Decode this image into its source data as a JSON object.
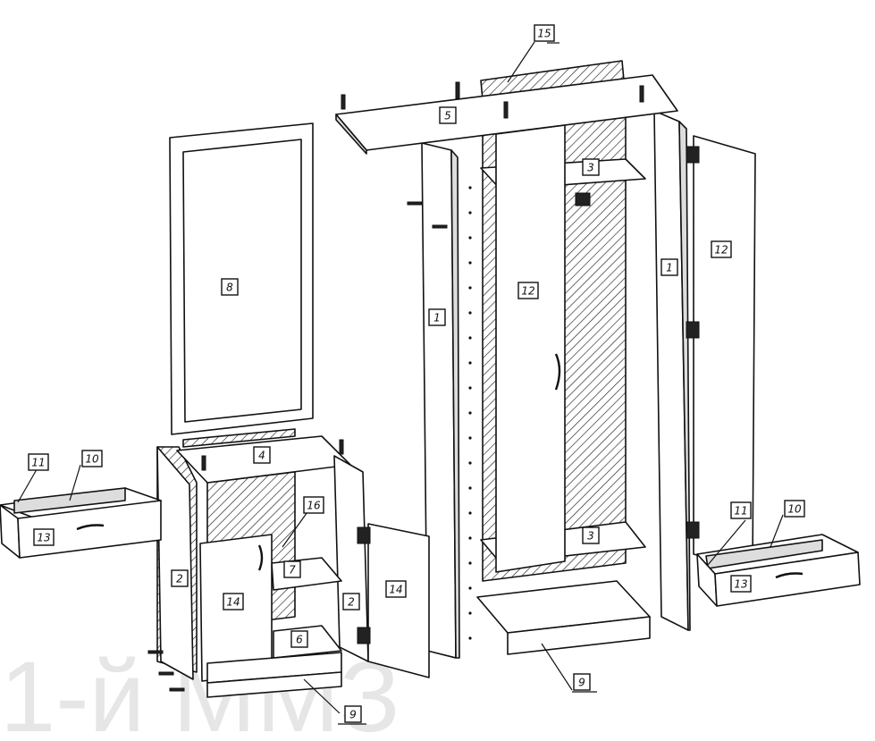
{
  "watermark": "1-й ММЗ",
  "labels": [
    {
      "id": "l15",
      "text": "15"
    },
    {
      "id": "l5",
      "text": "5"
    },
    {
      "id": "l3a",
      "text": "3"
    },
    {
      "id": "l3b",
      "text": "3"
    },
    {
      "id": "l8",
      "text": "8"
    },
    {
      "id": "l12a",
      "text": "12"
    },
    {
      "id": "l12b",
      "text": "12"
    },
    {
      "id": "l1a",
      "text": "1"
    },
    {
      "id": "l1b",
      "text": "1"
    },
    {
      "id": "l4",
      "text": "4"
    },
    {
      "id": "l16",
      "text": "16"
    },
    {
      "id": "l7",
      "text": "7"
    },
    {
      "id": "l6",
      "text": "6"
    },
    {
      "id": "l2a",
      "text": "2"
    },
    {
      "id": "l2b",
      "text": "2"
    },
    {
      "id": "l14a",
      "text": "14"
    },
    {
      "id": "l14b",
      "text": "14"
    },
    {
      "id": "l11a",
      "text": "11"
    },
    {
      "id": "l10a",
      "text": "10"
    },
    {
      "id": "l13a",
      "text": "13"
    },
    {
      "id": "l11b",
      "text": "11"
    },
    {
      "id": "l10b",
      "text": "10"
    },
    {
      "id": "l13b",
      "text": "13"
    },
    {
      "id": "l9a",
      "text": "9"
    },
    {
      "id": "l9b",
      "text": "9"
    }
  ]
}
